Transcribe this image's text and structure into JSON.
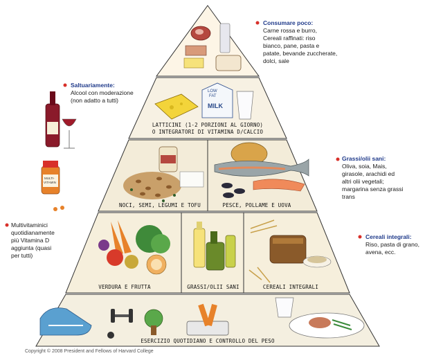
{
  "pyramid": {
    "top_note": {
      "heading": "Consumare poco:",
      "lines": [
        "Carne rossa e burro,",
        "Cereali raffinati: riso",
        "bianco, pane, pasta e",
        "patate, bevande zuccherate,",
        "dolci, sale"
      ]
    },
    "alcohol_note": {
      "heading": "Saltuariamente:",
      "lines": [
        "Alcool con moderazione",
        "(non adatto a tutti)"
      ]
    },
    "fats_note": {
      "heading": "Grassi/olii sani:",
      "lines": [
        "Oliva, soia, Mais,",
        "girasole, arachidi ed",
        "altri olii vegetali;",
        "margarina senza grassi",
        "trans"
      ]
    },
    "vitamin_note": {
      "lines": [
        "Multivitaminici",
        "quotidianamente",
        "più Vitamina D",
        "aggiunta (quasi",
        "per tutti)"
      ]
    },
    "grains_note": {
      "heading": "Cereali integrali:",
      "lines": [
        "Riso, pasta di grano,",
        "avena, ecc."
      ]
    },
    "tiers": {
      "dairy_line1": "LATTICINI (1-2 PORZIONI AL GIORNO)",
      "dairy_line2": "O INTEGRATORI DI VITAMINA D/CALCIO",
      "nuts": "NOCI, SEMI, LEGUMI E TOFU",
      "fish": "PESCE, POLLAME E UOVA",
      "veg": "VERDURA E FRUTTA",
      "oils": "GRASSI/OLII SANI",
      "grains": "CEREALI INTEGRALI",
      "exercise": "ESERCIZIO QUOTIDIANO E CONTROLLO DEL PESO"
    },
    "labels": {
      "milk_top": "LOW",
      "milk_top2": "FAT",
      "milk": "MILK",
      "vitamin_bottle1": "MULTI-",
      "vitamin_bottle2": "VITAMIN"
    },
    "copyright": "Copyright © 2008 President and Fellows of Harvard College"
  }
}
